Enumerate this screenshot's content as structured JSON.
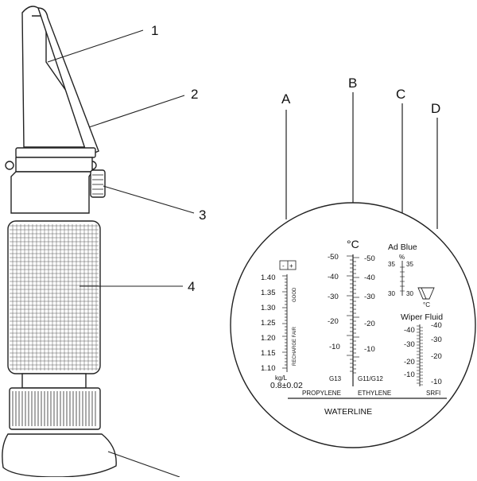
{
  "callouts": {
    "parts": [
      "1",
      "2",
      "3",
      "4"
    ],
    "zones": [
      "A",
      "B",
      "C",
      "D"
    ]
  },
  "battery": {
    "sign_minus": "-",
    "sign_plus": "+",
    "ticks": [
      "1.40",
      "1.35",
      "1.30",
      "1.25",
      "1.20",
      "1.15",
      "1.10"
    ],
    "unit": "kg/L",
    "good": "GOOD",
    "recharge_fair": "RECHARGE FAIR",
    "spec": "0.8±0.02"
  },
  "coolant": {
    "unit": "°C",
    "left_ticks": [
      "-50",
      "-40",
      "-30",
      "-20",
      "-10"
    ],
    "right_ticks": [
      "-50",
      "-40",
      "-30",
      "-20",
      "-10"
    ],
    "left_code": "G13",
    "right_code": "G11/G12",
    "left_label": "PROPYLENE",
    "right_label": "ETHYLENE"
  },
  "adblue": {
    "title": "Ad Blue",
    "percent": "%",
    "ticks_left": [
      "35",
      "30"
    ],
    "ticks_right": [
      "35",
      "30"
    ]
  },
  "wiper": {
    "unit": "°C",
    "title": "Wiper Fluid",
    "left_ticks": [
      "-40",
      "-30",
      "-20",
      "-10"
    ],
    "right_ticks": [
      "-40",
      "-30",
      "-20",
      "-10"
    ],
    "srfi": "SRFI"
  },
  "waterline": "WATERLINE"
}
